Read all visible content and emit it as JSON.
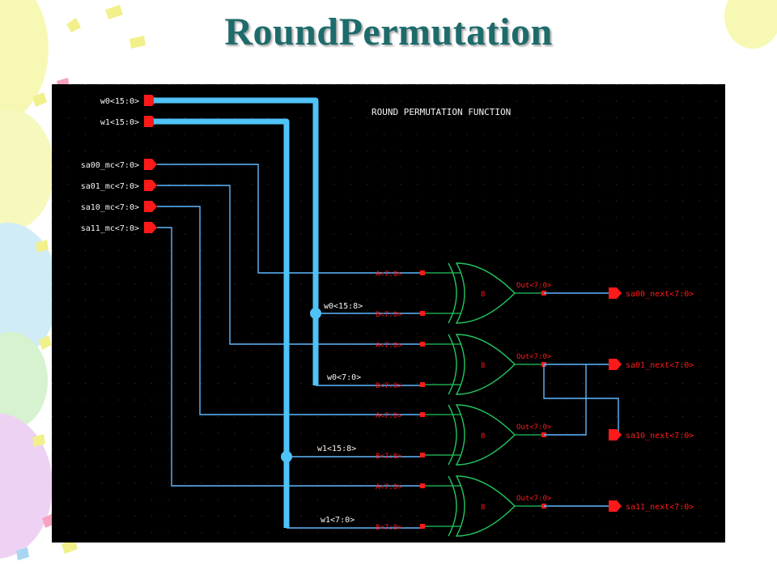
{
  "title": "RoundPermutation",
  "schematic": {
    "heading": "ROUND PERMUTATION FUNCTION",
    "inputs": [
      "w0<15:0>",
      "w1<15:0>",
      "sa00_mc<7:0>",
      "sa01_mc<7:0>",
      "sa10_mc<7:0>",
      "sa11_mc<7:0>"
    ],
    "bus_taps": [
      "w0<15:8>",
      "w0<7:0>",
      "w1<15:8>",
      "w1<7:0>"
    ],
    "gate_ports": {
      "a": "A<7:0>",
      "b": "B<7:0>",
      "out": "Out<7:0>"
    },
    "gate_width": "8",
    "outputs": [
      "sa00_next<7:0>",
      "sa01_next<7:0>",
      "sa10_next<7:0>",
      "sa11_next<7:0>"
    ]
  },
  "colors": {
    "schematic_bg": "#000000",
    "bus": "#4fc3f7",
    "wire": "#5fb8ff",
    "pin": "#ff1a1a",
    "gate": "#22c55e",
    "label": "#f5f5f5",
    "title": "#1e6b6b"
  }
}
